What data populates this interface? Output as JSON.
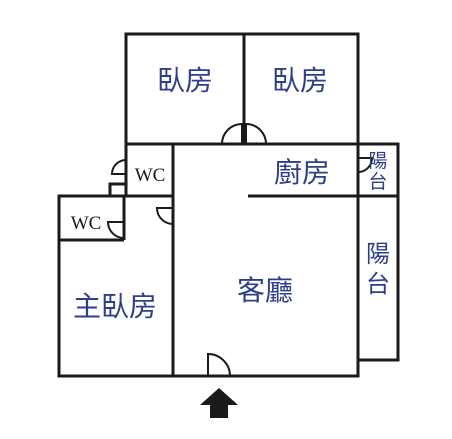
{
  "rooms": {
    "bedroom_1": "臥房",
    "bedroom_2": "臥房",
    "kitchen": "廚房",
    "balcony_small": "陽台",
    "balcony_large": "陽台",
    "wc_1": "WC",
    "wc_2": "WC",
    "master_bedroom": "主臥房",
    "living_room": "客廳"
  },
  "colors": {
    "label": "#2d3e8a",
    "wall": "#1a1a1a",
    "entrance_arrow": "#1a1a1a"
  },
  "icons": {
    "entrance": "up-arrow-icon"
  }
}
